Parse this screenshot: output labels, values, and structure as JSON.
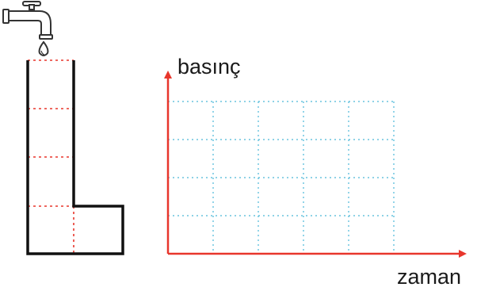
{
  "graph": {
    "y_axis_label": "basınç",
    "x_axis_label": "zaman",
    "grid_columns": 5,
    "grid_rows": 4
  },
  "colors": {
    "axis": "#e8362c",
    "grid": "#4ab8d8",
    "container_outline": "#111111",
    "container_guides": "#e8362c",
    "faucet": "#333333"
  },
  "icons": {
    "tap": "faucet-icon",
    "drop": "water-drop-icon"
  }
}
